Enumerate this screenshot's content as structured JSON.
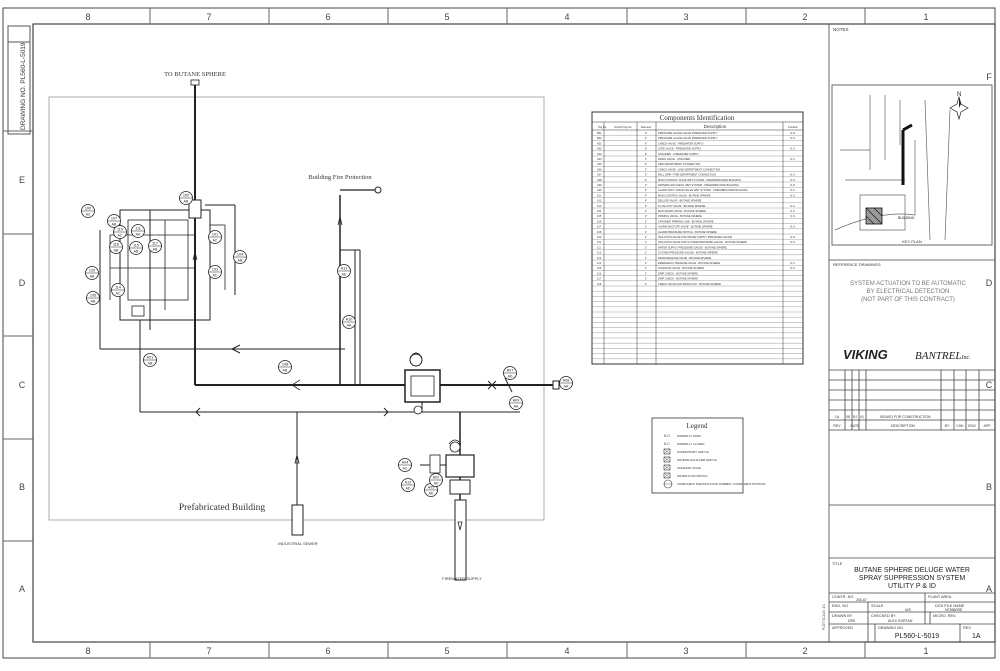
{
  "sheet": {
    "columns": [
      "8",
      "7",
      "6",
      "5",
      "4",
      "3",
      "2",
      "1"
    ],
    "rows": [
      "F",
      "E",
      "D",
      "C",
      "B",
      "A"
    ],
    "side_label": "DRAWING NO. PL560-L-5019"
  },
  "diagram": {
    "to_sphere": "TO BUTANE SPHERE",
    "fire_protection": "Building Fire Protection",
    "prefab_building": "Prefabricated Building",
    "industrial_sewer": "INDUSTRIAL SEWER",
    "firewater_supply": "FIREWATER SUPPLY",
    "bubbles": [
      {
        "t": "100",
        "b": "AZ"
      },
      {
        "t": "107",
        "b": "AB"
      },
      {
        "t": "110",
        "b": "AC"
      },
      {
        "t": "111",
        "b": "AA"
      },
      {
        "t": "116",
        "b": "AB"
      },
      {
        "t": "115",
        "b": "AB"
      },
      {
        "t": "117",
        "b": "AB"
      },
      {
        "t": "120",
        "b": "AB"
      },
      {
        "t": "114",
        "b": "AC"
      },
      {
        "t": "105",
        "b": "AB"
      },
      {
        "t": "102",
        "b": "AB"
      },
      {
        "t": "101",
        "b": "AC"
      },
      {
        "t": "103",
        "b": "AC"
      },
      {
        "t": "104",
        "b": "AB"
      },
      {
        "t": "A11",
        "b": "AE"
      },
      {
        "t": "A10",
        "b": "AA"
      },
      {
        "t": "108",
        "b": "AB"
      },
      {
        "t": "A07",
        "b": "AD"
      },
      {
        "t": "A09",
        "b": "AA"
      },
      {
        "t": "A08",
        "b": "AA"
      },
      {
        "t": "A04",
        "b": "AC"
      },
      {
        "t": "A12",
        "b": "AD"
      },
      {
        "t": "A05",
        "b": "AD"
      },
      {
        "t": "A02",
        "b": "AD"
      },
      {
        "t": "A01",
        "b": "AB"
      }
    ]
  },
  "components": {
    "title": "Components Identification",
    "headers": [
      "Tag No.",
      "Symbol Tag No.",
      "Diameter",
      "Description",
      "Position"
    ],
    "rows": [
      [
        "B01",
        "",
        "3\"",
        "PRESSURE GAUGE VALVE FIREWATER SUPPLY",
        "N.O."
      ],
      [
        "B02",
        "",
        "3\"",
        "PRESSURE GAUGE VALVE FIREWATER SUPPLY",
        "N.O."
      ],
      [
        "A01",
        "",
        "6\"",
        "CHECK VALVE - FIREWATER SUPPLY",
        ""
      ],
      [
        "A02",
        "",
        "6\"",
        "GATE VALVE - FIREWATER SUPPLY",
        "N.O."
      ],
      [
        "A03",
        "",
        "6\"",
        "STRAINER - FIREWATER SUPPLY",
        ""
      ],
      [
        "A04",
        "",
        "2\"",
        "DRAIN VALVE - STRAINER",
        "N.C."
      ],
      [
        "A05",
        "",
        "6\"",
        "FIRE DEPARTMENT CONNECTION",
        ""
      ],
      [
        "A06",
        "",
        "2\"",
        "CHECK VALVE - LINE DEPARTMENT CONNECTION",
        ""
      ],
      [
        "A07",
        "",
        "2\"",
        "BALL DRIP - FIRE DEPARTMENT CONNECTION",
        "N.O."
      ],
      [
        "A08",
        "",
        "6\"",
        "MAIN CONTROL VALVE WET SYSTEM - PREFABRICATED BUILDING",
        "N.O."
      ],
      [
        "A09",
        "",
        "2\"",
        "WATERFLOW CHECK WET SYSTEM - PREFABRICATED BUILDING",
        "N.O."
      ],
      [
        "A10",
        "",
        "2\"",
        "ALARM TEST / DRAIN VALVE WET SYSTEM - PREFABRICATED BUILDING",
        "N.C."
      ],
      [
        "101",
        "",
        "4\"",
        "MAIN CONTROL VALVE - BUTANE SPHERE",
        "N.O."
      ],
      [
        "102",
        "",
        "4\"",
        "DELUGE VALVE - BUTANE SPHERE",
        ""
      ],
      [
        "103",
        "",
        "2\"",
        "FLUSH OUT VALVE - BUTANE SPHERE",
        "N.C."
      ],
      [
        "104",
        "",
        "2\"",
        "MAIN DRAIN VALVE - BUTANE SPHERE",
        "N.C."
      ],
      [
        "105",
        "",
        "2\"",
        "PRIMING VALVE - BUTANE SPHERE",
        "N.O."
      ],
      [
        "106",
        "",
        "1\"",
        "STRAINER PRIMING LINE - BUTANE SPHERE",
        ""
      ],
      [
        "107",
        "",
        "1\"",
        "ALARM SHUTOFF VALVE - BUTANE SPHERE",
        "N.O."
      ],
      [
        "108",
        "",
        "1\"",
        "ALARM PRESSURE SWITCH - BUTANE SPHERE",
        ""
      ],
      [
        "109",
        "",
        "1\"",
        "ISOLATION VALVE FOR WATER SUPPLY PRESSURE GAUGE",
        "N.O."
      ],
      [
        "110",
        "",
        "1\"",
        "ISOLATION VALVE FOR SYSTEM PRESSURE GAUGE - BUTANE SPHERE",
        "N.O."
      ],
      [
        "111",
        "",
        "1\"",
        "WATER SUPPLY PRESSURE GAUGE - BUTANE SPHERE",
        ""
      ],
      [
        "112",
        "",
        "1\"",
        "SYSTEM PRESSURE GAUGE - BUTANE SPHERE",
        ""
      ],
      [
        "113",
        "",
        "1\"",
        "DRUM RELEASE VALVE - BUTANE SPHERE",
        ""
      ],
      [
        "114",
        "",
        "1\"",
        "EMERGENCY RELEASE VALVE - BUTANE SPHERE",
        "N.C."
      ],
      [
        "115",
        "",
        "1\"",
        "SOLENOID VALVE - BUTANE SPHERE",
        "N.C."
      ],
      [
        "116",
        "",
        "1\"",
        "DRIP CHECK - BUTANE SPHERE",
        ""
      ],
      [
        "117",
        "",
        "1\"",
        "DRIP CHECK - BUTANE SPHERE",
        ""
      ],
      [
        "118",
        "",
        "1\"",
        "CHECK VALVE FOR DRAIN CUP - BUTANE SPHERE",
        ""
      ]
    ]
  },
  "legend": {
    "title": "Legend",
    "items": [
      {
        "code": "N.O.",
        "text": "NORMALLY OPEN"
      },
      {
        "code": "N.C.",
        "text": "NORMALLY CLOSED"
      },
      {
        "code": "⊠",
        "text": "SUPERVISORY SWITCH"
      },
      {
        "code": "⊠",
        "text": "WATERFLOW ALARM SWITCH"
      },
      {
        "code": "⊠",
        "text": "SOLENOID VALVE"
      },
      {
        "code": "⊠",
        "text": "WATER FLOW SWITCH"
      },
      {
        "code": "000",
        "text": "COMPONENT IDENTIFICATION NUMBER / COMPONENT POSITION"
      }
    ]
  },
  "title_block": {
    "notes": "NOTES",
    "key_plan": "KEY PLAN",
    "building_tag": "BUILDING",
    "reference_drawings": "REFERENCE DRAWINGS",
    "note_text": [
      "SYSTEM ACTUATION TO BE AUTOMATIC",
      "BY ELECTRICAL DETECTION",
      "(NOT PART OF THIS CONTRACT)"
    ],
    "logo_viking": "VIKING",
    "logo_bantrel": "BANTREL",
    "logo_bantrel_suffix": "Inc.",
    "rev_row": [
      "1A",
      "08",
      "RJ",
      "01",
      "ISSUED FOR CONSTRUCTION"
    ],
    "rev_headers": [
      "REV",
      "DATE",
      "DESCRIPTION",
      "BY",
      "CHK",
      "ENG",
      "APP"
    ],
    "title_label": "TITLE",
    "title_lines": [
      "BUTANE SPHERE DELUGE WATER",
      "SPRAY SUPPRESSION SYSTEM",
      "UTILITY P & ID"
    ],
    "contr_no_label": "CONTR. NO.",
    "contr_no": "200-67",
    "plant_area_label": "PLANT AREA",
    "eng_no_label": "ENG. NO.",
    "scale_label": "SCALE",
    "scale": "N/S",
    "dgs_label": "DGS FILE NAME",
    "dgs_value": "NT8580RE",
    "drawn_label": "DRAWN BY",
    "drawn_value": "DRK",
    "checked_label": "CHECKED BY",
    "checked_value": "ALEX HORTAN",
    "micro_label": "MICRO. REV.",
    "approved_label": "APPROVED",
    "drawing_no_label": "DRAWING NO.",
    "drawing_no": "PL560-L-5019",
    "rev_label": "REV.",
    "rev_value": "1A",
    "side_scale": "PLOT SCALE: 1:1"
  }
}
